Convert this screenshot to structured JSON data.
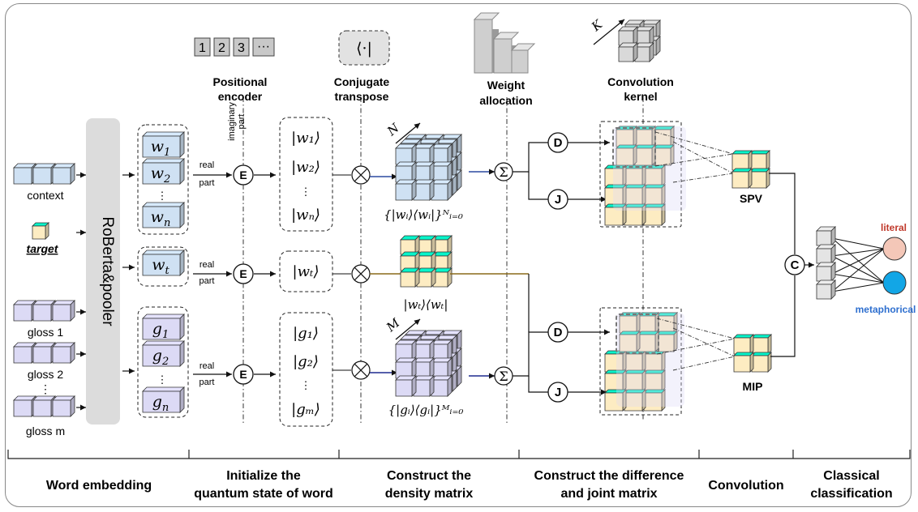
{
  "inputs": {
    "context": "context",
    "target": "target",
    "gloss1": "gloss 1",
    "gloss2": "gloss 2",
    "gloss_dots": "⋮",
    "glossm": "gloss m"
  },
  "encoder_block": {
    "label": "RoBerta&pooler"
  },
  "word_vectors": {
    "w1": "w",
    "w1_sub": "1",
    "w2": "w",
    "w2_sub": "2",
    "wn": "w",
    "wn_sub": "n",
    "wt": "w",
    "wt_sub": "t",
    "g1": "g",
    "g1_sub": "1",
    "g2": "g",
    "g2_sub": "2",
    "gn": "g",
    "gn_sub": "n",
    "dots": "⋮"
  },
  "positional": {
    "boxes": [
      "1",
      "2",
      "3",
      "···"
    ],
    "title_line1": "Positional",
    "title_line2": "encoder",
    "imaginary_line1": "imaginary",
    "imaginary_line2": "part",
    "real": "real",
    "part": "part",
    "E": "E"
  },
  "kets": {
    "w1": "|w₁⟩",
    "w2": "|w₂⟩",
    "wn": "|wₙ⟩",
    "wt": "|wₜ⟩",
    "g1": "|g₁⟩",
    "g2": "|g₂⟩",
    "gm": "|gₘ⟩",
    "dots": "⋮"
  },
  "conjugate": {
    "symbol": "⟨·|",
    "title_line1": "Conjugate",
    "title_line2": "transpose",
    "otimes": "⊗"
  },
  "density": {
    "N": "N",
    "M": "M",
    "w_label": "{|wᵢ⟩⟨wᵢ|}ᴺᵢ₌₀",
    "t_label": "|wₜ⟩⟨wₜ|",
    "g_label": "{|gᵢ⟩⟨gᵢ|}ᴹᵢ₌₀"
  },
  "weight": {
    "title_line1": "Weight",
    "title_line2": "allocation",
    "sigma": "Σ"
  },
  "kernel": {
    "K": "K",
    "title_line1": "Convolution",
    "title_line2": "kernel"
  },
  "ops": {
    "D": "D",
    "J": "J",
    "C": "C"
  },
  "pooling": {
    "spv": "SPV",
    "mip": "MIP"
  },
  "classifier": {
    "literal": "literal",
    "metaphorical": "metaphorical"
  },
  "stages": [
    {
      "line1": "Word embedding",
      "line2": ""
    },
    {
      "line1": "Initialize the",
      "line2": "quantum state of word"
    },
    {
      "line1": "Construct the",
      "line2": "density matrix"
    },
    {
      "line1": "Construct the difference",
      "line2": "and  joint matrix"
    },
    {
      "line1": "Convolution",
      "line2": ""
    },
    {
      "line1": "Classical",
      "line2": "classification"
    }
  ],
  "colors": {
    "blue_cube": "#cfe1f3",
    "yellow_cube": "#fdecc2",
    "purple_cube": "#dcdaf5",
    "grey_cube": "#d9d9d9",
    "encoder_bar": "#dcdcdc",
    "literal_node": "#f4c7b8",
    "metaphorical_node": "#12a6e6",
    "literal_text": "#c0392b",
    "metaphorical_text": "#2e6fcf"
  }
}
